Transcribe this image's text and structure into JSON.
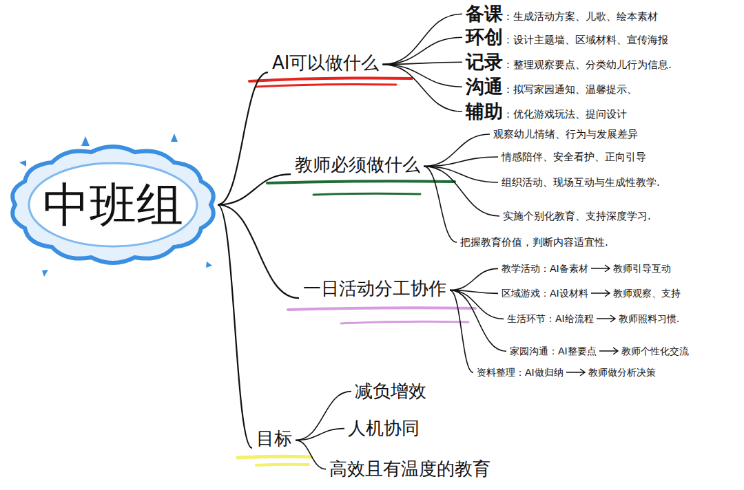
{
  "diagram": {
    "nodes": [
      {
        "text": [
          "中班组"
        ]
      },
      {
        "text": [
          "AI可以做什么"
        ]
      },
      {
        "text": [
          "备课",
          "：生成活动方案、儿歌、绘本素材"
        ]
      },
      {
        "text": [
          "环创",
          "：设计主题墙、区域材料、宣传海报"
        ]
      },
      {
        "text": [
          "记录",
          "：整理观察要点、分类幼儿行为信息."
        ]
      },
      {
        "text": [
          "沟通",
          "：拟写家园通知、温馨提示、"
        ]
      },
      {
        "text": [
          "辅助",
          "：优化游戏玩法、提问设计"
        ]
      },
      {
        "text": [
          "教师必须做什么"
        ]
      },
      {
        "text": [
          "观察幼儿情绪、行为与发展差异"
        ]
      },
      {
        "text": [
          "情感陪伴、安全看护、正向引导"
        ]
      },
      {
        "text": [
          "组织活动、现场互动与生成性教学."
        ]
      },
      {
        "text": [
          "实施个别化教育、支持深度学习."
        ]
      },
      {
        "text": [
          "把握教育价值，判断内容适宜性."
        ]
      },
      {
        "text": [
          "一日活动分工协作"
        ]
      },
      {
        "text": [
          "教学活动：AI备素材",
          "教师引导互动"
        ]
      },
      {
        "text": [
          "区域游戏：AI设材料",
          "教师观察、支持"
        ]
      },
      {
        "text": [
          "生活环节：AI给流程",
          "教师照料习惯."
        ]
      },
      {
        "text": [
          "家园沟通：AI整要点",
          "教师个性化交流"
        ]
      },
      {
        "text": [
          "资料整理：AI做归纳",
          "教师做分析决策"
        ]
      },
      {
        "text": [
          "目标"
        ]
      },
      {
        "text": [
          "减负增效"
        ]
      },
      {
        "text": [
          "人机协同"
        ]
      },
      {
        "text": [
          "高效且有温度的教育"
        ]
      }
    ],
    "edges": [
      {
        "from": 0,
        "to": 1,
        "arrow": "none"
      },
      {
        "from": 0,
        "to": 7,
        "arrow": "none"
      },
      {
        "from": 0,
        "to": 13,
        "arrow": "none"
      },
      {
        "from": 0,
        "to": 19,
        "arrow": "none"
      },
      {
        "from": 1,
        "to": 2,
        "arrow": "none"
      },
      {
        "from": 1,
        "to": 3,
        "arrow": "none"
      },
      {
        "from": 1,
        "to": 4,
        "arrow": "none"
      },
      {
        "from": 1,
        "to": 5,
        "arrow": "none"
      },
      {
        "from": 1,
        "to": 6,
        "arrow": "none"
      },
      {
        "from": 7,
        "to": 8,
        "arrow": "none"
      },
      {
        "from": 7,
        "to": 9,
        "arrow": "none"
      },
      {
        "from": 7,
        "to": 10,
        "arrow": "none"
      },
      {
        "from": 7,
        "to": 11,
        "arrow": "none"
      },
      {
        "from": 7,
        "to": 12,
        "arrow": "none"
      },
      {
        "from": 13,
        "to": 14,
        "arrow": "none"
      },
      {
        "from": 13,
        "to": 15,
        "arrow": "none"
      },
      {
        "from": 13,
        "to": 16,
        "arrow": "none"
      },
      {
        "from": 13,
        "to": 17,
        "arrow": "none"
      },
      {
        "from": 13,
        "to": 18,
        "arrow": "none"
      },
      {
        "from": 19,
        "to": 20,
        "arrow": "none"
      },
      {
        "from": 19,
        "to": 21,
        "arrow": "none"
      },
      {
        "from": 19,
        "to": 22,
        "arrow": "none"
      }
    ]
  }
}
